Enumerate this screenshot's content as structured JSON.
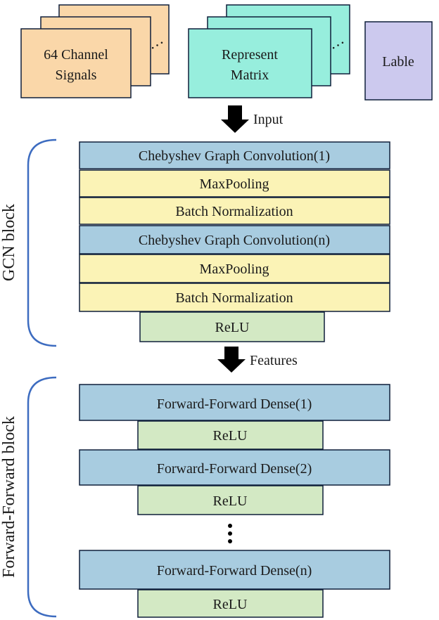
{
  "colors": {
    "signals": "#FAD7A9",
    "matrix": "#97EEDD",
    "label": "#CCC9EE",
    "conv": "#A8CCE0",
    "pool": "#FBF3B6",
    "relu": "#D3E9C4",
    "border": "#0f1f3a",
    "bracket": "#3D6CC0",
    "arrow": "#000000"
  },
  "inputs": {
    "signals": {
      "line1": "64 Channel",
      "line2": "Signals",
      "ellipsis": "…"
    },
    "matrix": {
      "line1": "Represent",
      "line2": "Matrix",
      "ellipsis": "…"
    },
    "label": {
      "text": "Lable"
    }
  },
  "arrows": {
    "input": "Input",
    "features": "Features"
  },
  "gcn": {
    "title": "GCN block",
    "layers": [
      {
        "text": "Chebyshev Graph Convolution(1)",
        "kind": "conv"
      },
      {
        "text": "MaxPooling",
        "kind": "pool"
      },
      {
        "text": "Batch Normalization",
        "kind": "pool"
      },
      {
        "text": "Chebyshev Graph Convolution(n)",
        "kind": "conv"
      },
      {
        "text": "MaxPooling",
        "kind": "pool"
      },
      {
        "text": "Batch Normalization",
        "kind": "pool"
      }
    ],
    "relu": "ReLU"
  },
  "ff": {
    "title": "Forward-Forward block",
    "dense1": "Forward-Forward Dense(1)",
    "relu1": "ReLU",
    "dense2": "Forward-Forward Dense(2)",
    "relu2": "ReLU",
    "dense_n": "Forward-Forward Dense(n)",
    "relu_n": "ReLU"
  }
}
